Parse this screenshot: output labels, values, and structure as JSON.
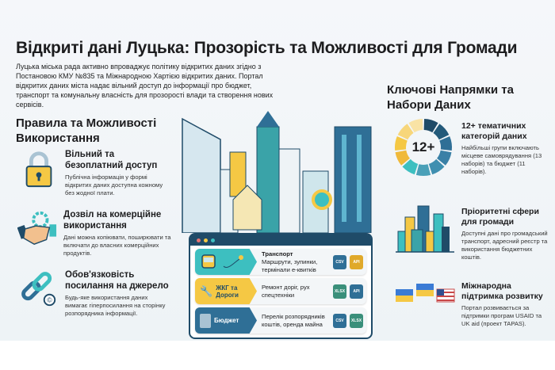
{
  "title": "Відкриті дані Луцька: Прозорість та Можливості для Громади",
  "intro": "Луцька міська рада активно впроваджує політику відкритих даних згідно з Постановою КМУ №835 та Міжнародною Хартією відкритих даних. Портал відкритих даних міста надає вільний доступ до інформації про бюджет, транспорт та комунальну власність для прозорості влади та створення нових сервісів.",
  "left": {
    "heading": "Правила та Можливості Використання",
    "items": [
      {
        "icon": "padlock-icon",
        "title": "Вільний та безоплатний доступ",
        "desc": "Публічна інформація у формі відкритих даних доступна кожному без жодної плати."
      },
      {
        "icon": "handshake-icon",
        "title": "Дозвіл на комерційне використання",
        "desc": "Дані можна копіювати, поширювати та включати до власних комерційних продуктів."
      },
      {
        "icon": "chain-link-icon",
        "title": "Обов'язковість посилання на джерело",
        "desc": "Будь-яке використання даних вимагає гіперпосилання на сторінку розпорядника інформації."
      }
    ]
  },
  "right": {
    "heading": "Ключові Напрямки та Набори Даних",
    "donut_label": "12+",
    "items": [
      {
        "title": "12+ тематичних категорій даних",
        "desc": "Найбільші групи включають місцеве самоврядування (13 наборів) та бюджет (11 наборів)."
      },
      {
        "icon": "city-buildings-icon",
        "title": "Пріоритетні сфери для громади",
        "desc": "Доступні дані про громадський транспорт, адресний реєстр та використання бюджетних коштів."
      },
      {
        "icon": "flags-icon",
        "title": "Міжнародна підтримка розвитку",
        "desc": "Портал розвивається за підтримки програм USAID та UK aid (проект TAPAS)."
      }
    ]
  },
  "panel": {
    "rows": [
      {
        "tag": "",
        "icon": "bus-icon",
        "color": "#3dbfc0",
        "title": "Транспорт",
        "text": "Маршрути, зупинки, термінали е-квитків",
        "formats": [
          "CSV",
          "API"
        ]
      },
      {
        "tag": "ЖКГ та Дороги",
        "icon": "road-wrench-icon",
        "color": "#f5c844",
        "title": "",
        "text": "Ремонт доріг, рух спецтехніки",
        "formats": [
          "XLSX",
          "API"
        ]
      },
      {
        "tag": "Бюджет",
        "icon": "calculator-icon",
        "color": "#2f6f96",
        "title": "",
        "text": "Перелік розпорядників коштів, оренда майна",
        "formats": [
          "CSV",
          "XLSX"
        ]
      }
    ]
  },
  "colors": {
    "navy": "#1f4b68",
    "teal": "#3dbfc0",
    "yellow": "#f5c844",
    "blue": "#2f6f96"
  }
}
